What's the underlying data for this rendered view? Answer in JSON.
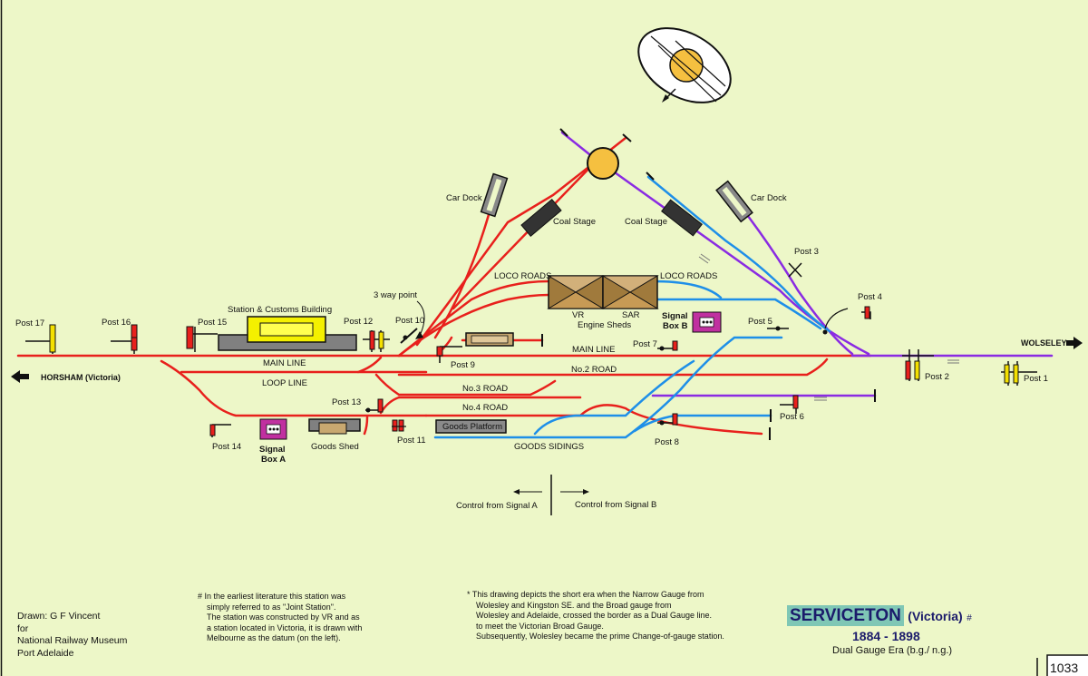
{
  "labels": {
    "post17": "Post 17",
    "post16": "Post 16",
    "post15": "Post 15",
    "post14": "Post 14",
    "post13": "Post 13",
    "post12": "Post 12",
    "post11": "Post 11",
    "post10": "Post 10",
    "post9": "Post 9",
    "post8": "Post 8",
    "post7": "Post 7",
    "post6": "Post 6",
    "post5": "Post 5",
    "post4": "Post 4",
    "post3": "Post 3",
    "post2": "Post 2",
    "post1": "Post 1",
    "station_building": "Station & Customs Building",
    "main_line_left": "MAIN LINE",
    "loop_line": "LOOP LINE",
    "main_line_right": "MAIN LINE",
    "no2_road": "No.2 ROAD",
    "no3_road": "No.3 ROAD",
    "no4_road": "No.4 ROAD",
    "goods_platform": "Goods Platform",
    "goods_sidings": "GOODS SIDINGS",
    "goods_shed": "Goods Shed",
    "loco_roads_left": "LOCO ROADS",
    "loco_roads_right": "LOCO ROADS",
    "vr": "VR",
    "sar": "SAR",
    "engine_sheds": "Engine Sheds",
    "coal_stage_left": "Coal Stage",
    "coal_stage_right": "Coal Stage",
    "car_dock_left": "Car Dock",
    "car_dock_right": "Car Dock",
    "three_way_point": "3 way point",
    "signal_box_a_1": "Signal",
    "signal_box_a_2": "Box A",
    "signal_box_b_1": "Signal",
    "signal_box_b_2": "Box B",
    "horsham": "HORSHAM  (Victoria)",
    "wolseley": "WOLSELEY",
    "control_a": "Control from Signal A",
    "control_b": "Control from Signal B",
    "page_number": "1033"
  },
  "notes": {
    "station_note": [
      "#  In the earliest literature this station was",
      "simply referred to as \"Joint Station\".",
      "The station was constructed by VR and as",
      "a station located in Victoria, it is drawn with",
      "Melbourne as the datum (on the left)."
    ],
    "era_note": [
      "*  This drawing depicts the short era when the Narrow Gauge from",
      "Wolesley and Kingston SE. and the Broad gauge from",
      "Wolesley and Adelaide, crossed the border as a Dual Gauge line.",
      "to meet the Victorian Broad Gauge.",
      "Subsequently, Wolesley became the prime Change-of-gauge station."
    ]
  },
  "credits": {
    "drawn": "Drawn: G F Vincent",
    "for": "for",
    "museum": "National Railway Museum",
    "place": "Port Adelaide"
  },
  "title": {
    "name": "SERVICETON",
    "state": "(Victoria)",
    "hash": "#",
    "years": "1884 - 1898",
    "era": "Dual Gauge Era (b.g./ n.g.)"
  },
  "colors": {
    "broad_gauge": "#e8201c",
    "narrow_gauge": "#1e8fe8",
    "dual_gauge": "#8a2be2",
    "background": "#edf7c8"
  }
}
